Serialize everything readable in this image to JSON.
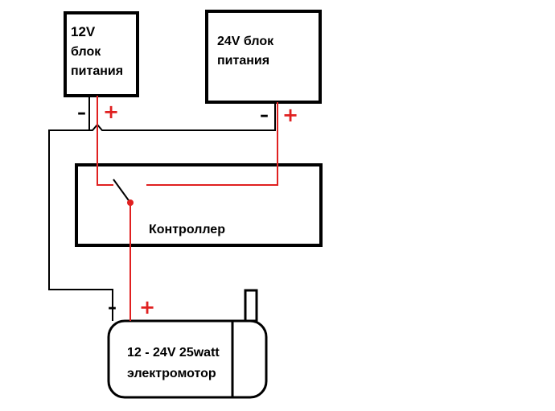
{
  "psu12": {
    "line1": "12V",
    "line2": "блок",
    "line3": "питания"
  },
  "psu24": {
    "line1": "24V блок",
    "line2": "питания"
  },
  "controller": {
    "label": "Контроллер"
  },
  "motor": {
    "line1": "12 - 24V 25watt",
    "line2": "электромотор"
  },
  "signs": {
    "minus": "–",
    "plus": "+"
  },
  "colors": {
    "positive_wire": "#e02020",
    "negative_wire": "#000000"
  }
}
